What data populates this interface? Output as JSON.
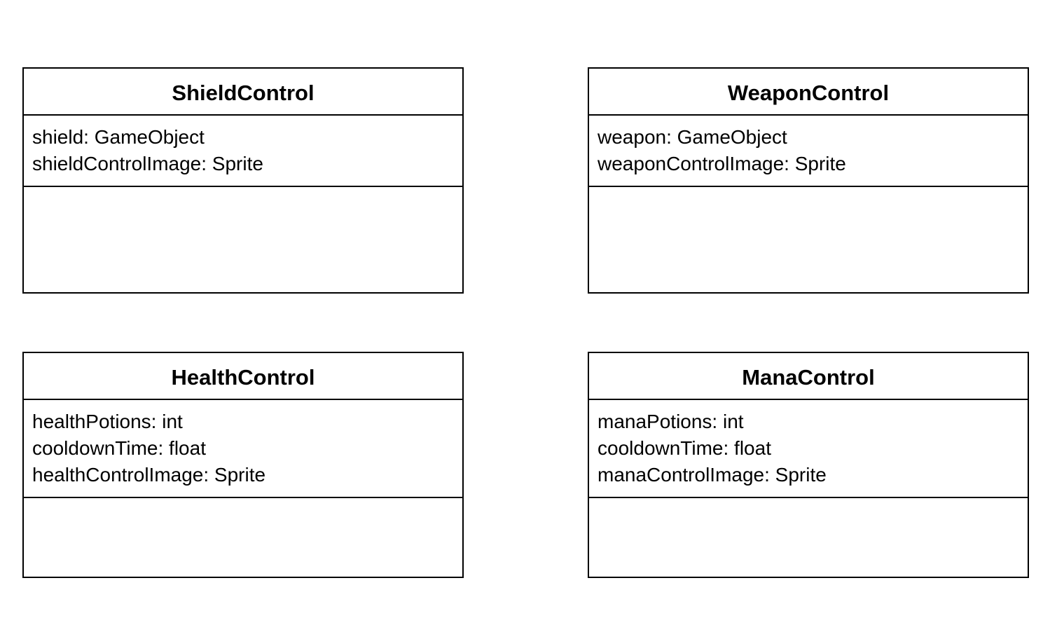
{
  "classes": [
    {
      "name": "ShieldControl",
      "attributes": [
        "shield: GameObject",
        "shieldControlImage: Sprite"
      ],
      "methods": []
    },
    {
      "name": "WeaponControl",
      "attributes": [
        "weapon: GameObject",
        "weaponControlImage: Sprite"
      ],
      "methods": []
    },
    {
      "name": "HealthControl",
      "attributes": [
        "healthPotions: int",
        "cooldownTime: float",
        "healthControlImage: Sprite"
      ],
      "methods": []
    },
    {
      "name": "ManaControl",
      "attributes": [
        "manaPotions: int",
        "cooldownTime: float",
        "manaControlImage: Sprite"
      ],
      "methods": []
    }
  ]
}
